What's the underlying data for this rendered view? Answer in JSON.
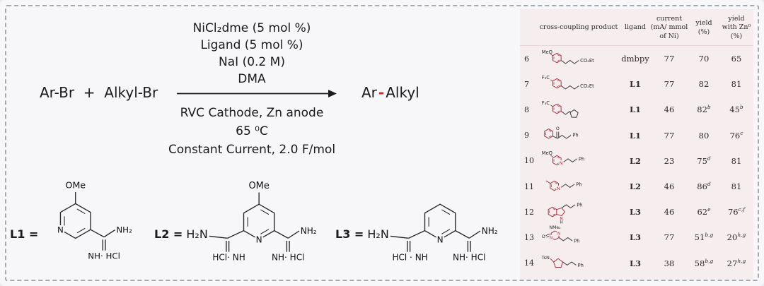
{
  "colors": {
    "accent_red": "#e02427",
    "aryl_red": "#a63242",
    "bond_dark": "#3a3a3a",
    "ring_black": "#2b2b2b",
    "page_bg": "#f7f7f9",
    "table_bg": "#f6edef"
  },
  "scheme": {
    "reactants": "Ar-Br  +  Alkyl-Br",
    "product": {
      "ar": "Ar",
      "bond": "-",
      "alkyl": "Alkyl"
    },
    "conditions_above": [
      "NiCl₂dme (5 mol %)",
      "Ligand (5 mol %)",
      "NaI (0.2 M)",
      "DMA"
    ],
    "conditions_below": [
      "RVC Cathode, Zn anode",
      "65 ⁰C",
      "Constant Current, 2.0 F/mol"
    ]
  },
  "ligands": [
    {
      "tag": "L1 =",
      "h2n": "",
      "ome": "OMe",
      "ring_n": "N",
      "nh2": "NH₂",
      "right_hcl": "NH· HCl",
      "left_hcl": ""
    },
    {
      "tag": "L2 =",
      "h2n": "H₂N",
      "ome": "OMe",
      "ring_n": "N",
      "nh2": "NH₂",
      "right_hcl": "NH· HCl",
      "left_hcl": "HCl· NH"
    },
    {
      "tag": "L3 =",
      "h2n": "H₂N",
      "ome": "",
      "ring_n": "N",
      "nh2": "NH₂",
      "right_hcl": "NH· HCl",
      "left_hcl": "HCl · NH"
    }
  ],
  "table": {
    "headers": {
      "product": "cross-coupling product",
      "ligand": "ligand",
      "current": "current\n(mA/ mmol\nof Ni)",
      "yield": "yield\n(%)",
      "yield_zn": "yield\nwith Zn⁰\n(%)"
    },
    "rows": [
      {
        "num": "6",
        "ligand": "dmbpy",
        "current": "77",
        "yield": "70",
        "yield_sup": "",
        "zn": "65",
        "zn_sup": "",
        "product": {
          "kind": "ar-chain",
          "prefix": "MeO",
          "suffix": "CO₂Et"
        }
      },
      {
        "num": "7",
        "ligand": "L1",
        "current": "77",
        "yield": "82",
        "yield_sup": "",
        "zn": "81",
        "zn_sup": "",
        "product": {
          "kind": "ar-chain",
          "prefix": "F₃C",
          "suffix": "CO₂Et"
        }
      },
      {
        "num": "8",
        "ligand": "L1",
        "current": "46",
        "yield": "82",
        "yield_sup": "b",
        "zn": "45",
        "zn_sup": "b",
        "product": {
          "kind": "ar-cyclopentyl",
          "prefix": "F₃C"
        }
      },
      {
        "num": "9",
        "ligand": "L1",
        "current": "77",
        "yield": "80",
        "yield_sup": "",
        "zn": "76",
        "zn_sup": "c",
        "product": {
          "kind": "ketone",
          "o": "O",
          "suffix": "Ph"
        }
      },
      {
        "num": "10",
        "ligand": "L2",
        "current": "23",
        "yield": "75",
        "yield_sup": "d",
        "zn": "81",
        "zn_sup": "",
        "product": {
          "kind": "pyridine",
          "prefix": "MeO",
          "ring_n": "N",
          "suffix": "Ph"
        }
      },
      {
        "num": "11",
        "ligand": "L2",
        "current": "46",
        "yield": "86",
        "yield_sup": "d",
        "zn": "81",
        "zn_sup": "",
        "product": {
          "kind": "pyridine-methyl",
          "ring_n": "N",
          "suffix": "Ph"
        }
      },
      {
        "num": "12",
        "ligand": "L3",
        "current": "46",
        "yield": "62",
        "yield_sup": "e",
        "zn": "76",
        "zn_sup": "c,f",
        "product": {
          "kind": "indole",
          "n": "N",
          "h": "H",
          "suffix": "Ph"
        }
      },
      {
        "num": "13",
        "ligand": "L3",
        "current": "77",
        "yield": "51",
        "yield_sup": "b,g",
        "zn": "20",
        "zn_sup": "h,g",
        "product": {
          "kind": "pyrazolone",
          "prefix": "NMe₂",
          "o": "O",
          "n1": "N",
          "n2": "N",
          "suffix": "Ph"
        }
      },
      {
        "num": "14",
        "ligand": "L3",
        "current": "38",
        "yield": "58",
        "yield_sup": "b,g",
        "zn": "27",
        "zn_sup": "h,g",
        "product": {
          "kind": "pyrrole",
          "prefix": "TsN",
          "suffix": "Ph"
        }
      }
    ]
  }
}
